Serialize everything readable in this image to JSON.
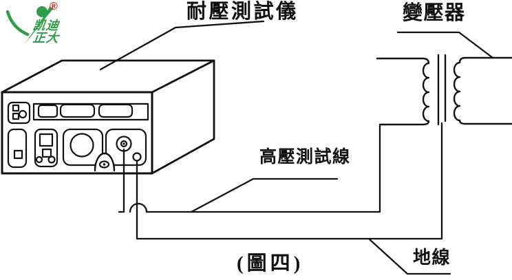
{
  "figure": {
    "caption": "(圖四)",
    "labels": {
      "tester": "耐壓測試儀",
      "transformer": "變壓器",
      "hv_test_line": "高壓測試線",
      "ground_line": "地線"
    },
    "logo": {
      "brand_line1": "凯迪",
      "brand_line2": "正大",
      "registered_mark": "®",
      "green": "#2f9e4a",
      "red": "#cf2b26"
    },
    "colors": {
      "line": "#111111",
      "background": "#ffffff"
    }
  }
}
